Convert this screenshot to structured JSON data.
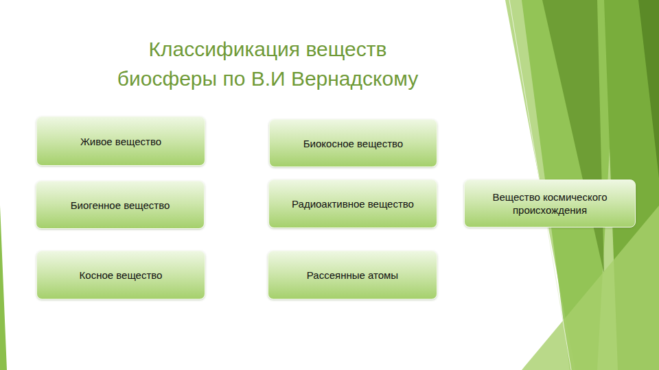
{
  "diagram": {
    "title": "Классификация веществ биосферы по В.И Вернадскому",
    "nodes": [
      {
        "text": [
          "Живое вещество"
        ]
      },
      {
        "text": [
          "Биокосное вещество"
        ]
      },
      {
        "text": [
          "Биогенное вещество"
        ]
      },
      {
        "text": [
          "Радиоактивное вещество"
        ]
      },
      {
        "text": [
          "Вещество космического происхождения"
        ]
      },
      {
        "text": [
          "Косное вещество"
        ]
      },
      {
        "text": [
          "Рассеянные атомы"
        ]
      }
    ]
  }
}
